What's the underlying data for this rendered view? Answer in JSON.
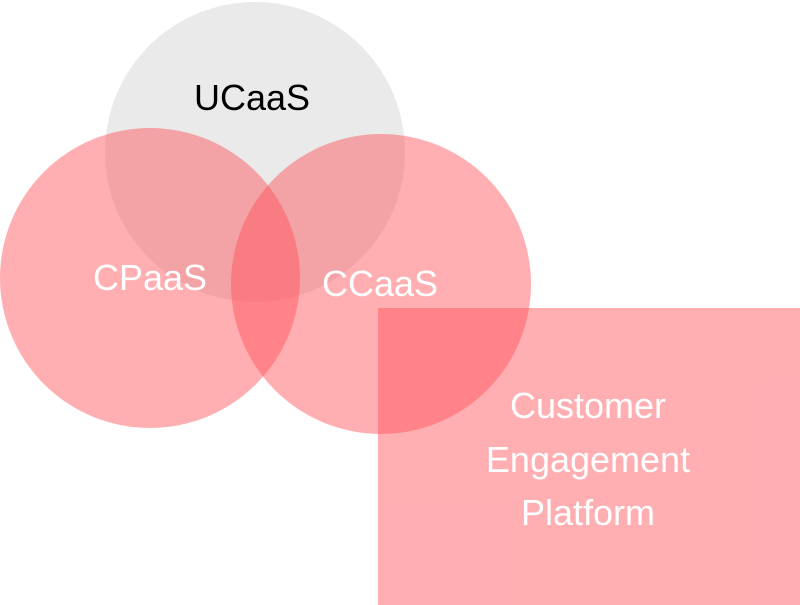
{
  "diagram": {
    "circles": {
      "ucaas": {
        "label": "UCaaS",
        "fill": "#d9d9d9",
        "text_color": "#000000"
      },
      "cpaas": {
        "label": "CPaaS",
        "fill": "#ff4d55",
        "text_color": "#ffffff"
      },
      "ccaas": {
        "label": "CCaaS",
        "fill": "#ff4d55",
        "text_color": "#ffffff"
      }
    },
    "platform": {
      "lines": [
        "Customer",
        "Engagement",
        "Platform"
      ],
      "fill": "#ff4d55",
      "text_color": "#ffffff"
    }
  }
}
